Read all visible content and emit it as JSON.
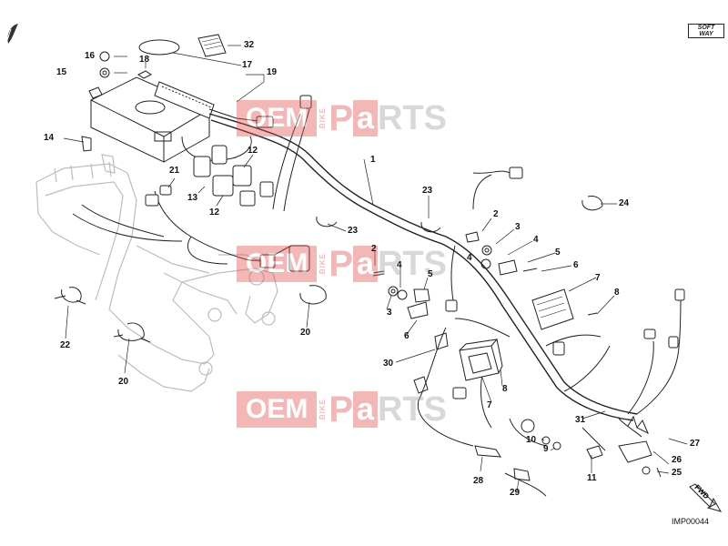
{
  "watermark": {
    "oem": "OEM",
    "bike": "BIKE",
    "p": "P",
    "a": "a",
    "rts": "RTS"
  },
  "logo": {
    "line1": "SOFT",
    "line2": "WAY"
  },
  "image_code": "IMP00044",
  "fwd": "FWD",
  "labels": {
    "l1": "1",
    "l2a": "2",
    "l2b": "2",
    "l3a": "3",
    "l3b": "3",
    "l4a": "4",
    "l4b": "4",
    "l4c": "4",
    "l5a": "5",
    "l5b": "5",
    "l6a": "6",
    "l6b": "6",
    "l7a": "7",
    "l7b": "7",
    "l8a": "8",
    "l8b": "8",
    "l9": "9",
    "l10": "10",
    "l11": "11",
    "l12a": "12",
    "l12b": "12",
    "l13": "13",
    "l14": "14",
    "l15": "15",
    "l16": "16",
    "l17": "17",
    "l18": "18",
    "l19": "19",
    "l20a": "20",
    "l20b": "20",
    "l21": "21",
    "l22": "22",
    "l23a": "23",
    "l23b": "23",
    "l24": "24",
    "l25": "25",
    "l26": "26",
    "l27": "27",
    "l28": "28",
    "l29": "29",
    "l30": "30",
    "l31": "31",
    "l32": "32"
  }
}
